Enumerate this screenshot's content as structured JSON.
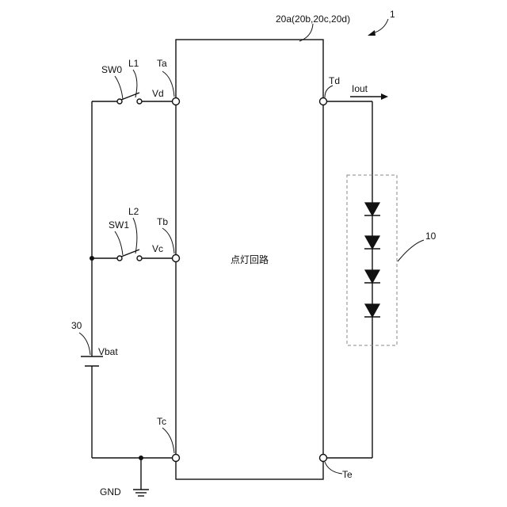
{
  "labels": {
    "figure_ref": "1",
    "circuit_ref": "20a(20b,20c,20d)",
    "circuit_name": "点灯回路",
    "sw0": "SW0",
    "l1": "L1",
    "ta": "Ta",
    "vd": "Vd",
    "sw1": "SW1",
    "l2": "L2",
    "tb": "Tb",
    "vc": "Vc",
    "td": "Td",
    "iout": "Iout",
    "led_ref": "10",
    "battery_ref": "30",
    "vbat": "Vbat",
    "tc": "Tc",
    "te": "Te",
    "gnd": "GND"
  }
}
